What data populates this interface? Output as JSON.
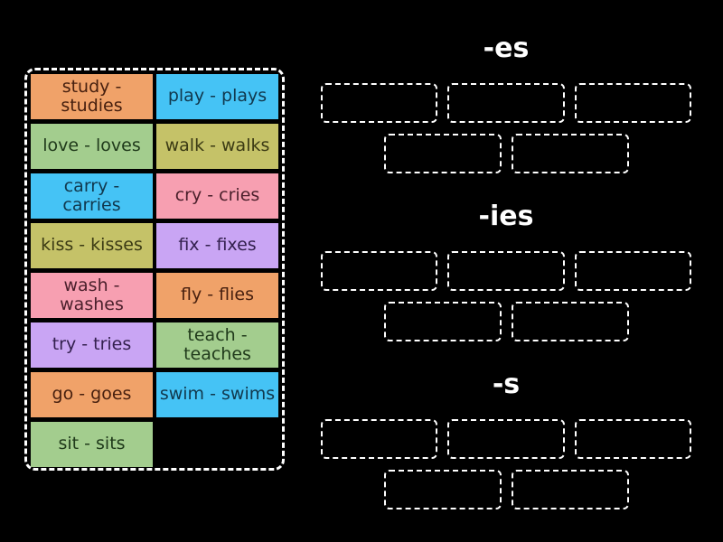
{
  "background_color": "#000000",
  "border_color": "#ffffff",
  "tile_panel": {
    "tiles": [
      {
        "label": "study - studies",
        "bg": "#F0A269",
        "fg": "#47200F"
      },
      {
        "label": "play - plays",
        "bg": "#45C3F5",
        "fg": "#11384D"
      },
      {
        "label": "love - loves",
        "bg": "#A3CD8E",
        "fg": "#203A1B"
      },
      {
        "label": "walk - walks",
        "bg": "#C5C268",
        "fg": "#3B3A14"
      },
      {
        "label": "carry - carries",
        "bg": "#45C3F5",
        "fg": "#11384D"
      },
      {
        "label": "cry - cries",
        "bg": "#F79FB1",
        "fg": "#4A1F2B"
      },
      {
        "label": "kiss - kisses",
        "bg": "#C5C268",
        "fg": "#3B3A14"
      },
      {
        "label": "fix - fixes",
        "bg": "#C9A5F4",
        "fg": "#33204E"
      },
      {
        "label": "wash - washes",
        "bg": "#F79FB1",
        "fg": "#4A1F2B"
      },
      {
        "label": "fly - flies",
        "bg": "#F0A269",
        "fg": "#47200F"
      },
      {
        "label": "try - tries",
        "bg": "#C9A5F4",
        "fg": "#33204E"
      },
      {
        "label": "teach - teaches",
        "bg": "#A3CD8E",
        "fg": "#203A1B"
      },
      {
        "label": "go - goes",
        "bg": "#F0A269",
        "fg": "#47200F"
      },
      {
        "label": "swim - swims",
        "bg": "#45C3F5",
        "fg": "#11384D"
      },
      {
        "label": "sit - sits",
        "bg": "#A3CD8E",
        "fg": "#203A1B"
      }
    ]
  },
  "groups": [
    {
      "label": "-es",
      "slots_row1": 3,
      "slots_row2": 2
    },
    {
      "label": "-ies",
      "slots_row1": 3,
      "slots_row2": 2
    },
    {
      "label": "-s",
      "slots_row1": 3,
      "slots_row2": 2
    }
  ]
}
